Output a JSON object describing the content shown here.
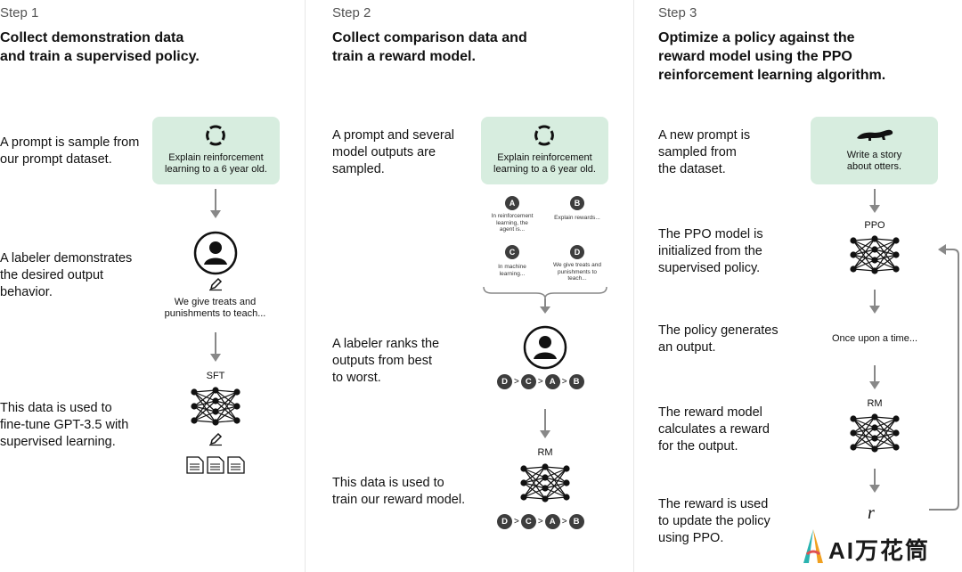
{
  "step1": {
    "label": "Step 1",
    "title_line1": "Collect demonstration data",
    "title_line2": "and train a supervised policy.",
    "desc1": [
      "A prompt is sample from",
      "our prompt dataset."
    ],
    "desc2": [
      "A labeler demonstrates",
      "the desired output",
      "behavior."
    ],
    "desc3": [
      "This data is used to",
      "fine-tune GPT-3.5 with",
      "supervised learning."
    ],
    "prompt": [
      "Explain reinforcement",
      "learning to a 6 year old."
    ],
    "demo_output": [
      "We give treats and",
      "punishments to teach..."
    ],
    "model_label": "SFT"
  },
  "step2": {
    "label": "Step 2",
    "title_line1": "Collect comparison data and",
    "title_line2": "train a reward model.",
    "desc1": [
      "A prompt and several",
      "model outputs are",
      "sampled."
    ],
    "desc2": [
      "A labeler ranks the",
      "outputs from best",
      "to worst."
    ],
    "desc3": [
      "This data is used to",
      "train our reward model."
    ],
    "prompt": [
      "Explain reinforcement",
      "learning to a 6 year old."
    ],
    "outputs": [
      {
        "letter": "A",
        "text": [
          "In reinforcement",
          "learning, the",
          "agent is..."
        ]
      },
      {
        "letter": "B",
        "text": [
          "Explain rewards..."
        ]
      },
      {
        "letter": "C",
        "text": [
          "In machine",
          "learning..."
        ]
      },
      {
        "letter": "D",
        "text": [
          "We give treats and",
          "punishments to",
          "teach..."
        ]
      }
    ],
    "ranking": [
      "D",
      "C",
      "A",
      "B"
    ],
    "ranking_sep": ">",
    "model_label": "RM"
  },
  "step3": {
    "label": "Step 3",
    "title_line1": "Optimize a policy against the",
    "title_line2": "reward model using the PPO",
    "title_line3": "reinforcement learning algorithm.",
    "desc1": [
      "A new prompt is",
      "sampled from",
      "the dataset."
    ],
    "desc2": [
      "The PPO model is",
      "initialized from the",
      "supervised policy."
    ],
    "desc3": [
      "The policy generates",
      "an output."
    ],
    "desc4": [
      "The reward model",
      "calculates a reward",
      "for the output."
    ],
    "desc5": [
      "The reward is used",
      "to update the policy",
      "using PPO."
    ],
    "prompt": [
      "Write a story",
      "about otters."
    ],
    "policy_label": "PPO",
    "policy_output": "Once upon a time...",
    "reward_label": "RM",
    "reward_symbol": "r"
  },
  "watermark": "AI万花筒",
  "colors": {
    "prompt_bg": "#d7eddf",
    "dark": "#3d3d3d",
    "arrow": "#888888"
  }
}
